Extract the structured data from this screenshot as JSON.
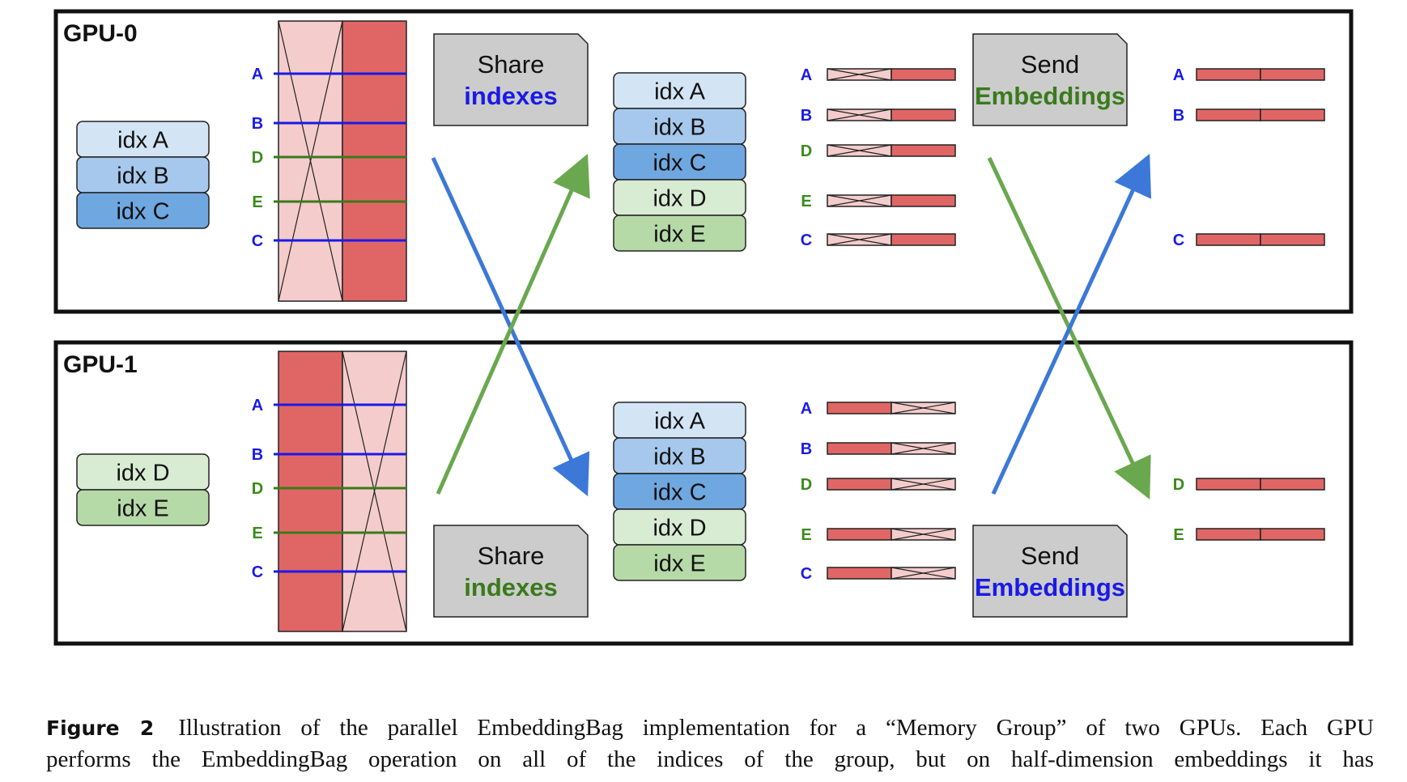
{
  "panels": [
    {
      "name": "GPU-0",
      "own_indices": [
        "idx A",
        "idx B",
        "idx C"
      ],
      "table_local_half": "right",
      "table_rows": [
        "A",
        "B",
        "D",
        "E",
        "C"
      ],
      "share_box": {
        "line1": "Share",
        "line2": "indexes",
        "line2_color": "#1a1ae6"
      },
      "gathered_indices": [
        "idx A",
        "idx B",
        "idx C",
        "idx D",
        "idx E"
      ],
      "lookup_rows": [
        "A",
        "B",
        "D",
        "E",
        "C"
      ],
      "send_box": {
        "line1": "Send",
        "line2": "Embeddings",
        "line2_color": "#3a7a1c"
      },
      "result_rows": [
        "A",
        "B",
        "C"
      ]
    },
    {
      "name": "GPU-1",
      "own_indices": [
        "idx D",
        "idx E"
      ],
      "table_local_half": "left",
      "table_rows": [
        "A",
        "B",
        "D",
        "E",
        "C"
      ],
      "share_box": {
        "line1": "Share",
        "line2": "indexes",
        "line2_color": "#3a7a1c"
      },
      "gathered_indices": [
        "idx A",
        "idx B",
        "idx C",
        "idx D",
        "idx E"
      ],
      "lookup_rows": [
        "A",
        "B",
        "D",
        "E",
        "C"
      ],
      "send_box": {
        "line1": "Send",
        "line2": "Embeddings",
        "line2_color": "#1a1ae6"
      },
      "result_rows": [
        "D",
        "E"
      ]
    }
  ],
  "colors": {
    "blue_label": "#1a1ae6",
    "green_label": "#3a8a1c",
    "idx_a": "#d3e4f5",
    "idx_b": "#a6c8ec",
    "idx_c": "#6fa7e0",
    "idx_d": "#d8ebd3",
    "idx_e": "#b6d9a8",
    "table_local": "#e06666",
    "table_remote": "#f4cccc",
    "box_gray": "#cccccc",
    "arrow_blue": "#3c78d8",
    "arrow_green": "#6aa84f"
  },
  "caption": {
    "label": "Figure 2",
    "line1": "Illustration of the parallel EmbeddingBag implementation for a “Memory Group” of two GPUs. Each GPU",
    "line2": "performs the EmbeddingBag operation on all of the indices of the group, but on half-dimension embeddings it has"
  }
}
